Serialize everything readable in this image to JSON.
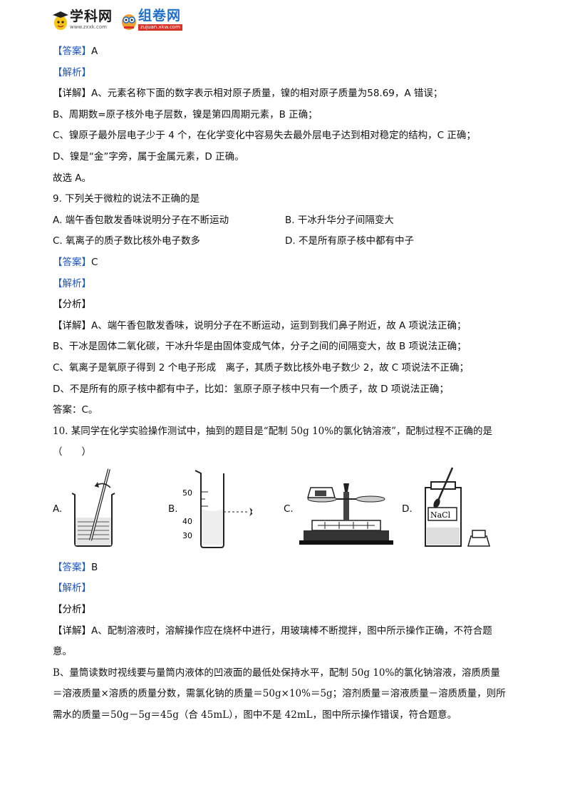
{
  "header": {
    "logo1_name": "学科网",
    "logo1_url": "www.zxxk.com",
    "logo2_name": "组卷网",
    "logo2_url": "zujuan.xkw.com"
  },
  "q8": {
    "answer_tag": "【答案】",
    "answer": "A",
    "analysis_tag": "【解析】",
    "detail_tag": "【详解】",
    "d1": "A、元素名称下面的数字表示相对原子质量，镍的相对原子质量为58.69，A 错误；",
    "d2": "B、周期数=原子核外电子层数，镍是第四周期元素，B 正确；",
    "d3": "C、镍原子最外层电子少于 4 个，在化学变化中容易失去最外层电子达到相对稳定的结构，C 正确；",
    "d4": "D、镍是“金”字旁，属于金属元素，D 正确。",
    "conclusion": "故选 A。"
  },
  "q9": {
    "stem": "9. 下列关于微粒的说法不正确的是",
    "opt_a": "A. 端午香包散发香味说明分子在不断运动",
    "opt_b": "B. 干冰升华分子间隔变大",
    "opt_c": "C. 氧离子的质子数比核外电子数多",
    "opt_d": "D. 不是所有原子核中都有中子",
    "answer_tag": "【答案】",
    "answer": "C",
    "analysis_tag": "【解析】",
    "fenxi_tag": "【分析】",
    "detail_tag": "【详解】",
    "d1": "A、端午香包散发香味，说明分子在不断运动，运到到我们鼻子附近，故 A 项说法正确；",
    "d2": "B、干冰是固体二氧化碳，干冰升华是由固体变成气体，分子之间的间隔变大，故 B 项说法正确；",
    "d3": "C、氧离子是氧原子得到 2 个电子形成　离子，其质子数比核外电子数少 2，故 C 项说法不正确；",
    "d4": "D、不是所有的原子核中都有中子，比如：氢原子原子核中只有一个质子，故 D 项说法正确；",
    "conclusion": "答案：C。"
  },
  "q10": {
    "stem": "10. 某同学在化学实验操作测试中，抽到的题目是“配制 50g 10%的氯化钠溶液”，配制过程不正确的是",
    "paren": "（　　）",
    "fig_a_label": "A.",
    "fig_b_label": "B.",
    "fig_c_label": "C.",
    "fig_d_label": "D.",
    "cyl_50": "50",
    "cyl_40": "40",
    "cyl_30": "30",
    "nacl": "NaCl",
    "answer_tag": "【答案】",
    "answer": "B",
    "analysis_tag": "【解析】",
    "fenxi_tag": "【分析】",
    "detail_tag": "【详解】",
    "d1": "A、配制溶液时，溶解操作应在烧杯中进行，用玻璃棒不断搅拌，图中所示操作正确，不符合题",
    "d1b": "意。",
    "d2": "B、量筒读数时视线要与量筒内液体的凹液面的最低处保持水平，配制 50g 10%的氯化钠溶液，溶质质量",
    "d3": "＝溶液质量×溶质的质量分数，需氯化钠的质量＝50g×10%＝5g；溶剂质量＝溶液质量－溶质质量，则所",
    "d4": "需水的质量＝50g－5g＝45g（合 45mL），图中不是 42mL，图中所示操作错误，符合题意。"
  },
  "colors": {
    "tag": "#1a56c4",
    "logo_blue": "#1f6fc9",
    "logo_red": "#d93025"
  }
}
